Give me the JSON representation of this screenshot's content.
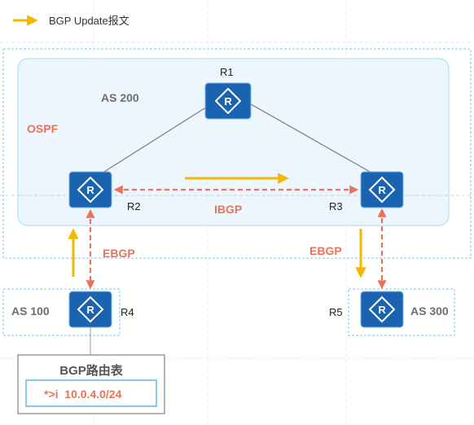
{
  "legend": {
    "label": "BGP Update报文",
    "arrow_color": "#f5b800"
  },
  "colors": {
    "link_line": "#7a7a7a",
    "bgp_session": "#e8735a",
    "update_arrow": "#f5b800",
    "router_fill": "#1a63b0",
    "as200_fill": "#eef6fd",
    "as_border": "#7fc7ea",
    "label_red": "#e8735a",
    "label_gray": "#6e6e6e"
  },
  "routers": [
    {
      "id": "r1",
      "label": "R1",
      "icon": "router-icon"
    },
    {
      "id": "r2",
      "label": "R2",
      "icon": "router-icon"
    },
    {
      "id": "r3",
      "label": "R3",
      "icon": "router-icon"
    },
    {
      "id": "r4",
      "label": "R4",
      "icon": "router-icon"
    },
    {
      "id": "r5",
      "label": "R5",
      "icon": "router-icon"
    }
  ],
  "as_labels": {
    "as200": "AS 200",
    "as100": "AS 100",
    "as300": "AS 300"
  },
  "igp_label": "OSPF",
  "sessions": {
    "ibgp": "IBGP",
    "ebgp_left": "EBGP",
    "ebgp_right": "EBGP"
  },
  "routing_table": {
    "title": "BGP路由表",
    "entry": "*>i  10.0.4.0/24"
  }
}
